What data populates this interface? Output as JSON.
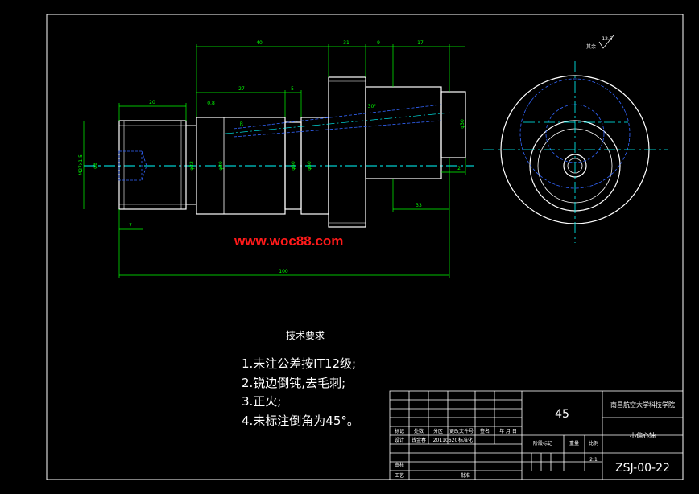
{
  "colors": {
    "background": "#000000",
    "outline": "#ffffff",
    "dimension": "#00ff00",
    "centerline": "#00ffff",
    "hidden": "#3366ff",
    "watermark": "#ff1a1a"
  },
  "dimensions": {
    "overall_length": "100",
    "top_40": "40",
    "top_31": "31",
    "top_9": "9",
    "top_17": "17",
    "len_27": "27",
    "len_5": "5",
    "thread_len": "20",
    "left_7": "7",
    "bottom_33": "33",
    "right_2": "2",
    "dia_thread": "M27x1.5",
    "dia_bore": "φ8",
    "dia_32": "φ32",
    "dia_30": "φ30",
    "dia_30b": "φ30",
    "dia_30c": "φ30",
    "dia_right": "φ30",
    "dia_small": "φ7",
    "roughness_left": "0.8",
    "roughness_right": "12.5",
    "roughness_rest_label": "其余",
    "angle": "30°",
    "label_r": "R"
  },
  "watermark": "www.woc88.com",
  "requirements": {
    "title": "技术要求",
    "items": [
      "1.未注公差按IT12级;",
      "2.锐边倒钝,去毛刺;",
      "3.正火;",
      "4.未标注倒角为45°。"
    ]
  },
  "title_block": {
    "material": "45",
    "school": "南昌航空大学科技学院",
    "part_name": "小偏心轴",
    "drawing_no": "ZSJ-00-22",
    "scale": "2:1",
    "header_labels": [
      "标记",
      "处数",
      "分区",
      "更改文件号",
      "签名",
      "年 月 日"
    ],
    "designer_label": "设计",
    "designer_name": "钱金春",
    "date": "20110620",
    "standard_label": "标准化",
    "review_label": "审核",
    "process_label": "工艺",
    "approve_label": "批准",
    "stage_label": "阶段标记",
    "weight_label": "重量",
    "scale_label": "比例"
  }
}
